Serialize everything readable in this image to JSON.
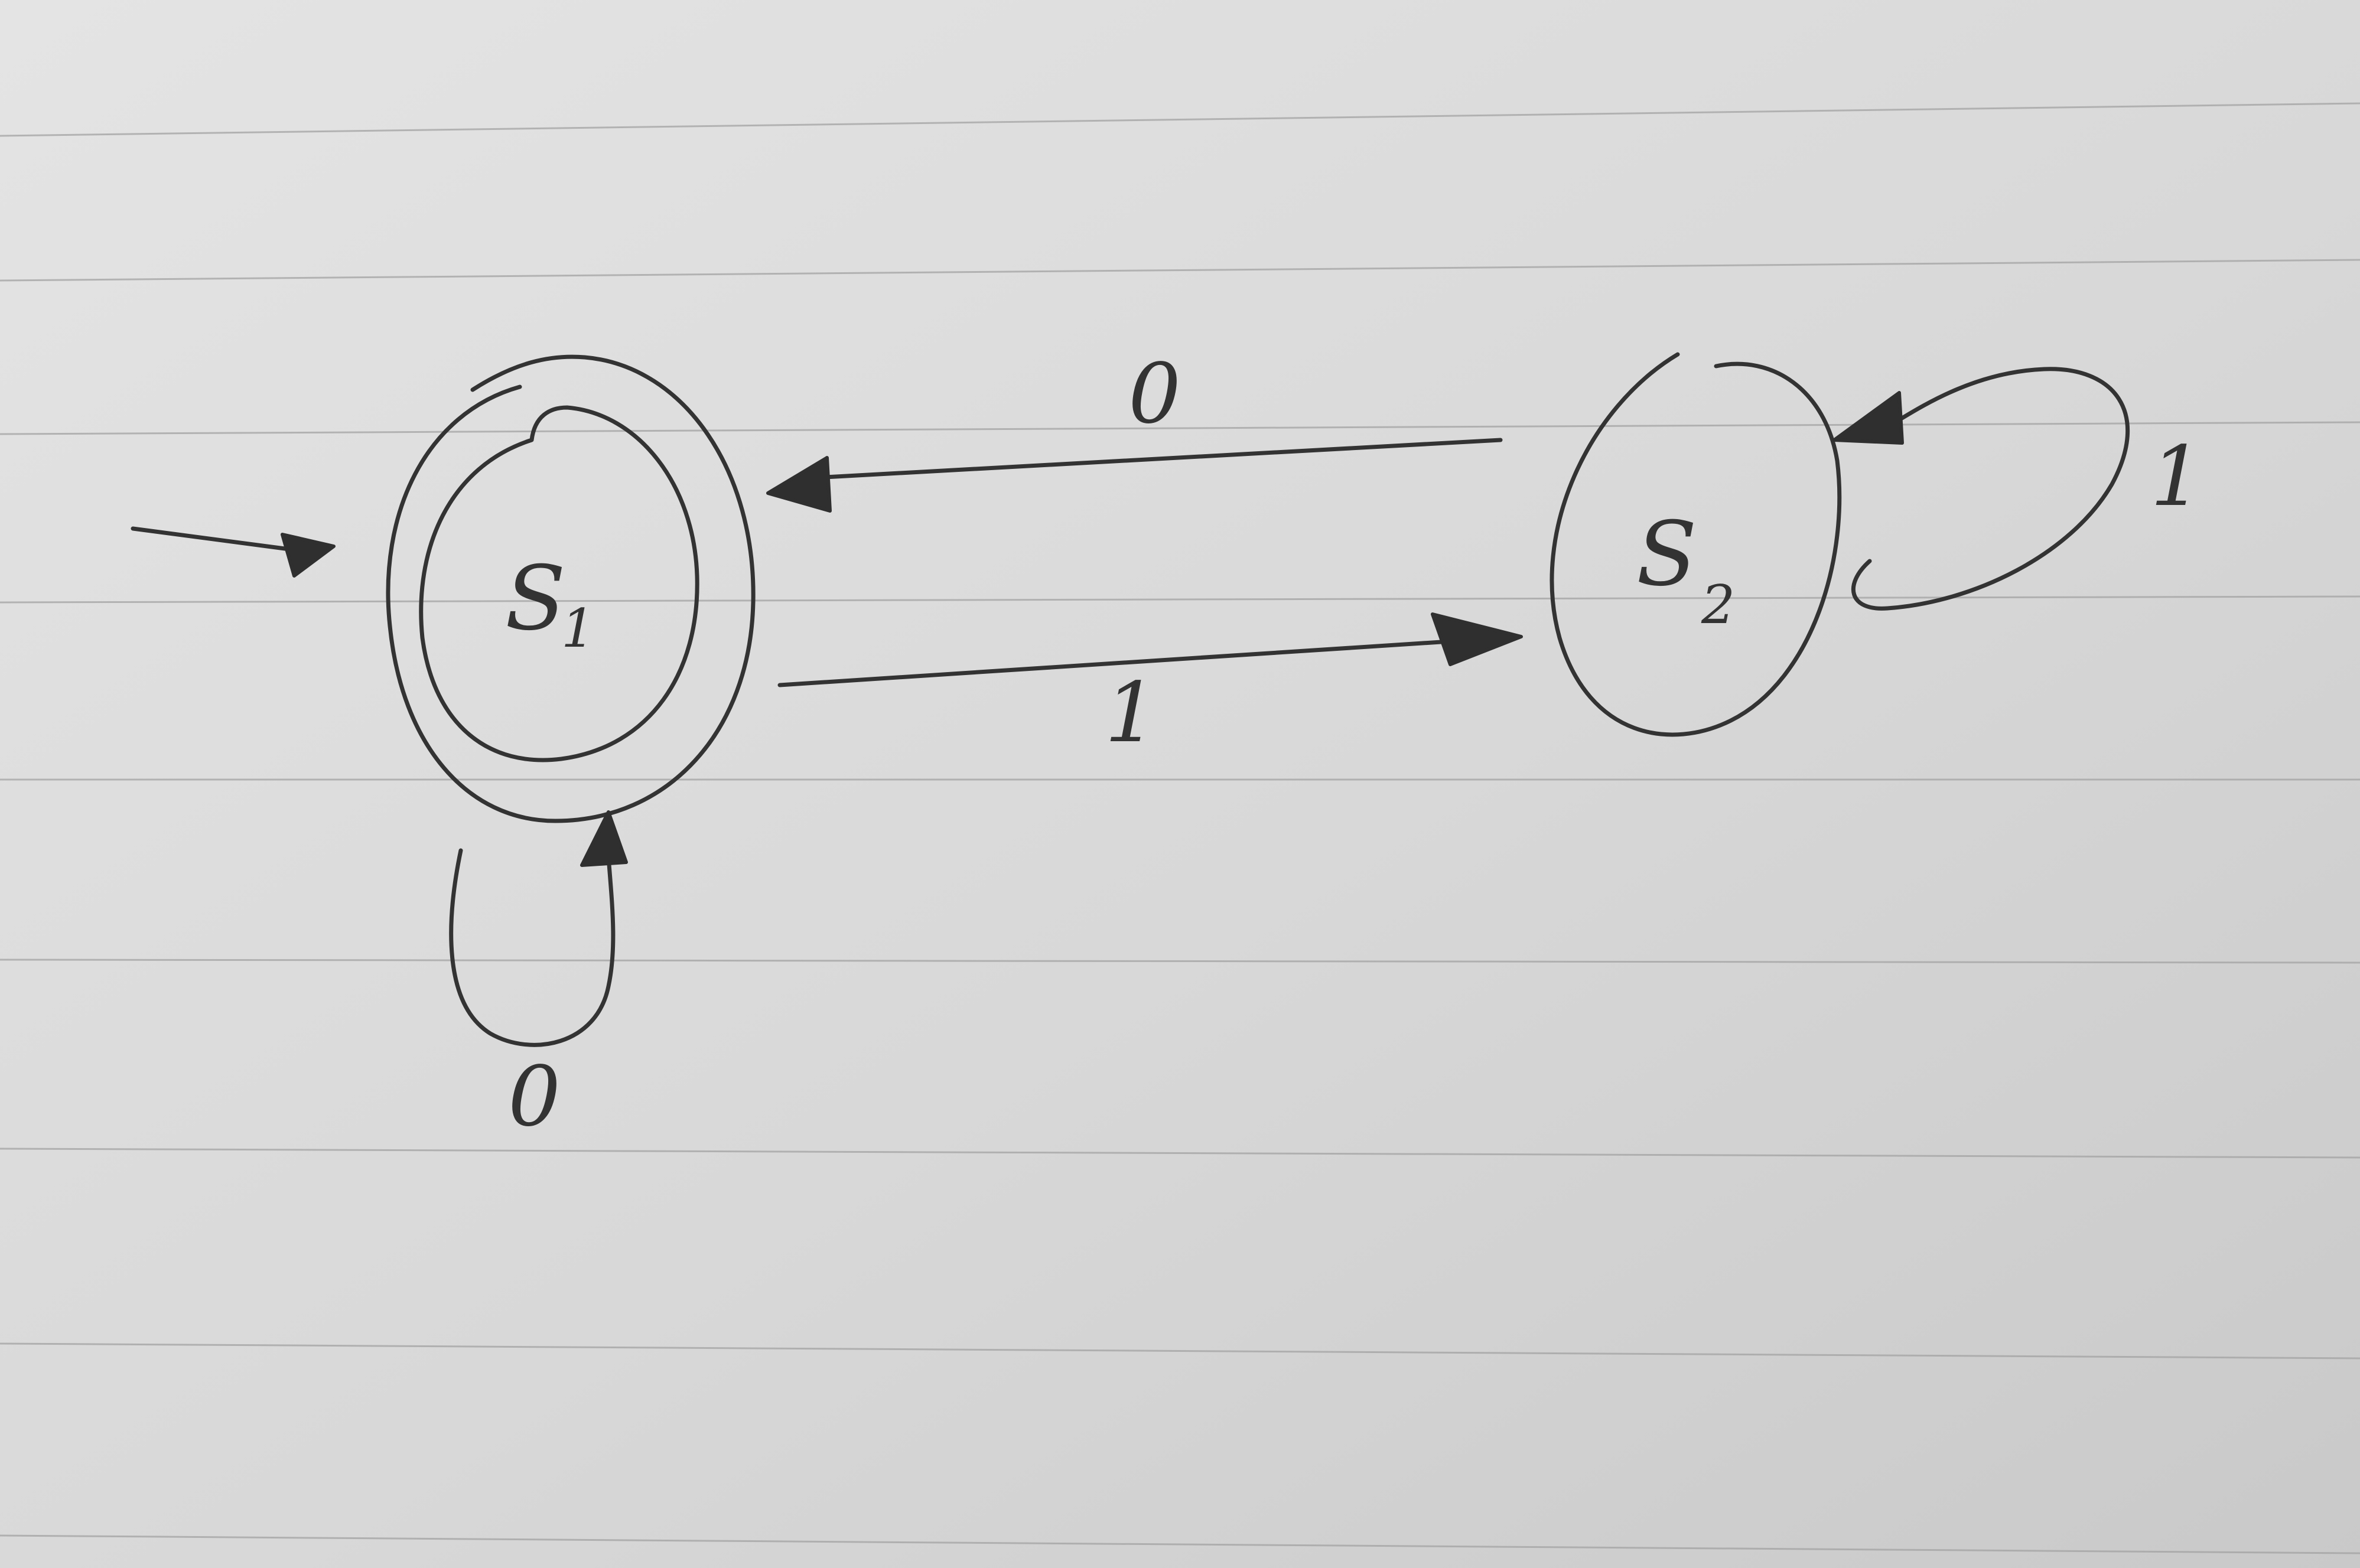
{
  "diagram": {
    "type": "finite-state-automaton",
    "states": [
      {
        "id": "s1",
        "label": "S",
        "subscript": "1",
        "initial": true,
        "accepting": true
      },
      {
        "id": "s2",
        "label": "S",
        "subscript": "2",
        "initial": false,
        "accepting": false
      }
    ],
    "transitions": [
      {
        "from": "s2",
        "to": "s1",
        "symbol": "0"
      },
      {
        "from": "s1",
        "to": "s2",
        "symbol": "1"
      },
      {
        "from": "s1",
        "to": "s1",
        "symbol": "0"
      },
      {
        "from": "s2",
        "to": "s2",
        "symbol": "1"
      }
    ]
  },
  "colors": {
    "paper": "#d9d9d9",
    "ink": "#333333",
    "rule_lines": "#a3a3a3"
  }
}
